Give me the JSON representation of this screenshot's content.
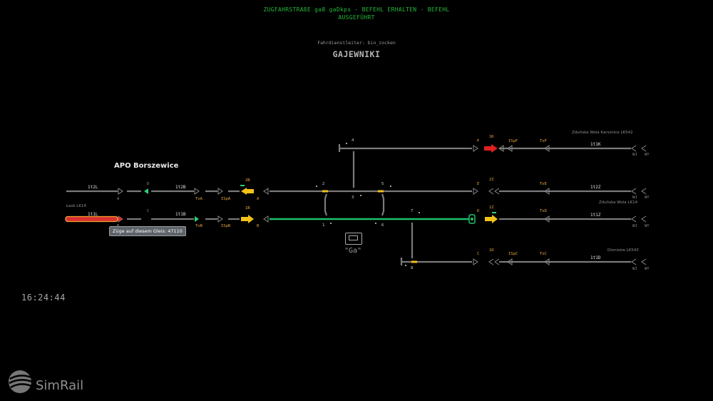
{
  "header": {
    "status_line1": "ZUGFAHRSTRAßE ga8 gaDkps - BEFEHL ERHALTEN - BEFEHL",
    "status_line2": "AUSGEFÜHRT",
    "dispatcher": "Fahrdienstleiter: bin_zocken",
    "station": "GAJEWNIKI"
  },
  "clock": "16:24:44",
  "apo": "APO Borszewice",
  "tooltip": "Züge auf diesem Gleis: 47110",
  "destinations": {
    "lask": "Łask LK14",
    "karsznice": "Zduńska Wola Karsznice LK542",
    "zdunska": "Zduńska Wola LK14",
    "sieradz": "Dionizów LK543"
  },
  "track_labels": {
    "t1t2L": "1t2L",
    "t1t1L": "1t1L",
    "t1t2B": "1t2B",
    "t1t1B": "1t1B",
    "t1t1K": "1t1K",
    "t1t2Z": "1t2Z",
    "t1t1Z": "1t1Z",
    "t1t1D": "1t1D"
  },
  "signals": {
    "D": "D",
    "C": "C",
    "A": "A",
    "B": "B",
    "ToA": "ToA",
    "ToB": "ToB",
    "ISpA": "ISpA",
    "ISpB": "ISpB",
    "s2B": "2B",
    "s1B": "1B",
    "F": "F",
    "E": "E",
    "Dr": "D",
    "Cr": "C",
    "s1K": "1K",
    "s2Z": "2Z",
    "s1Z": "1Z",
    "s1D": "1D",
    "ISpF": "ISpF",
    "ISpC": "ISpC",
    "ToF": "ToF",
    "ToE": "ToE",
    "ToD": "ToD",
    "ToC": "ToC",
    "WJ": "WJ",
    "WY": "WY"
  },
  "switches": {
    "n1": "1",
    "n2": "2",
    "n3": "3",
    "n4": "4",
    "n5": "5",
    "n6": "6",
    "n7": "7",
    "n8": "8"
  },
  "box_label": "\"Ga\"",
  "logo_text": "SimRail",
  "colors": {
    "track": "#7a7a7a",
    "route": "#1fbf6a",
    "occupied": "#d93030",
    "signal_yellow": "#f2c21a",
    "signal_red": "#e02020",
    "signal_green": "#2ed07a",
    "status_green": "#25b83c"
  }
}
